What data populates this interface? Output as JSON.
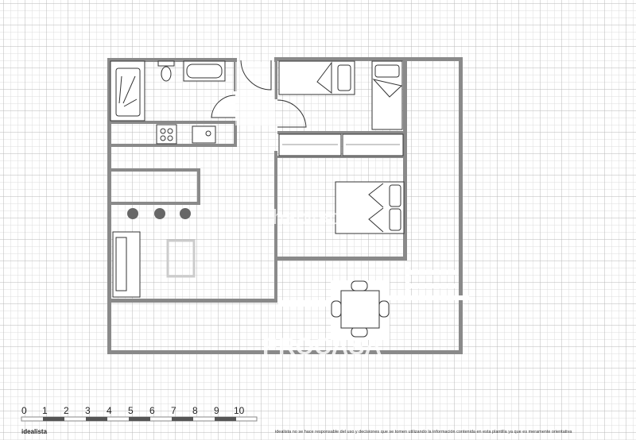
{
  "plan": {
    "watermarks": [
      "habitaclia",
      "PROCASA"
    ],
    "colors": {
      "wall": "#8a8a8a",
      "grid_minor": "#dcdcdc",
      "grid_major": "#b8b8b8"
    }
  },
  "scale_bar": {
    "labels": [
      "0",
      "1",
      "2",
      "3",
      "4",
      "5",
      "6",
      "7",
      "8",
      "9",
      "10"
    ]
  },
  "footer": {
    "brand": "idealista",
    "disclaimer": "idealista no se hace responsable del uso y decisiones que se tomen utilizando la información contenida en esta plantilla ya que es meramente orientativa"
  }
}
